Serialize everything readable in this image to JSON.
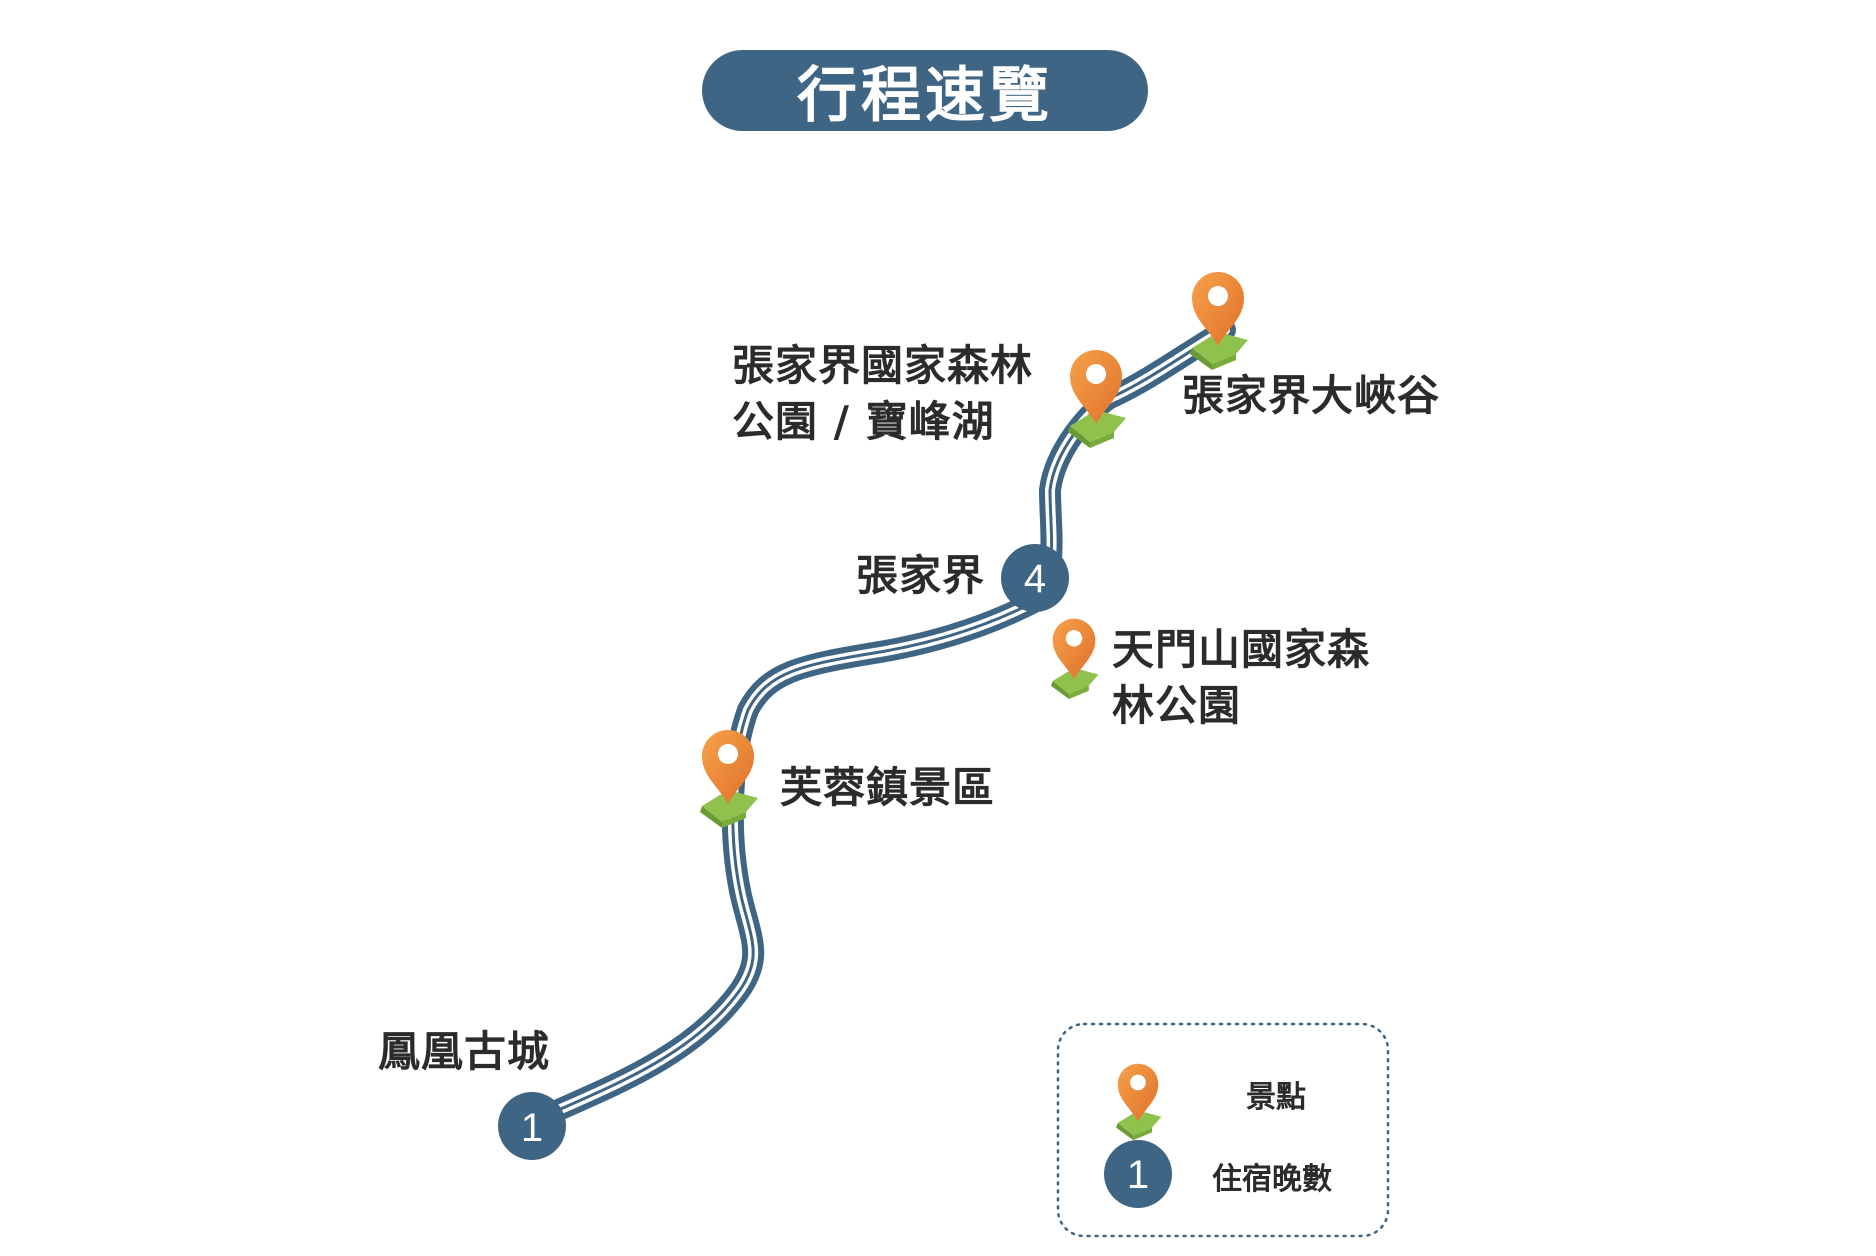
{
  "title": "行程速覽",
  "colors": {
    "route": "#3f6585",
    "title_bg": "#3f6585",
    "pin": "#ef8a34",
    "pin_base": "#8fc24d",
    "label_text": "#2b2b2b"
  },
  "places": {
    "fenghuang": {
      "name": "鳳凰古城",
      "nights": "1",
      "marker": "lodging-badge"
    },
    "furong": {
      "name": "芙蓉鎮景區",
      "marker": "pin-icon"
    },
    "zhangjiajie": {
      "name": "張家界",
      "nights": "4",
      "marker": "lodging-badge"
    },
    "tianmen": {
      "name_line1": "天門山國家森",
      "name_line2": "林公園",
      "marker": "pin-icon"
    },
    "forest_park": {
      "name_line1": "張家界國家森林",
      "name_line2": "公園 / 寶峰湖",
      "marker": "pin-icon"
    },
    "grand_canyon": {
      "name": "張家界大峽谷",
      "marker": "pin-icon"
    }
  },
  "legend": {
    "pin_label": "景點",
    "pin_icon": "pin-icon",
    "badge_number": "1",
    "badge_label": "住宿晚數"
  }
}
